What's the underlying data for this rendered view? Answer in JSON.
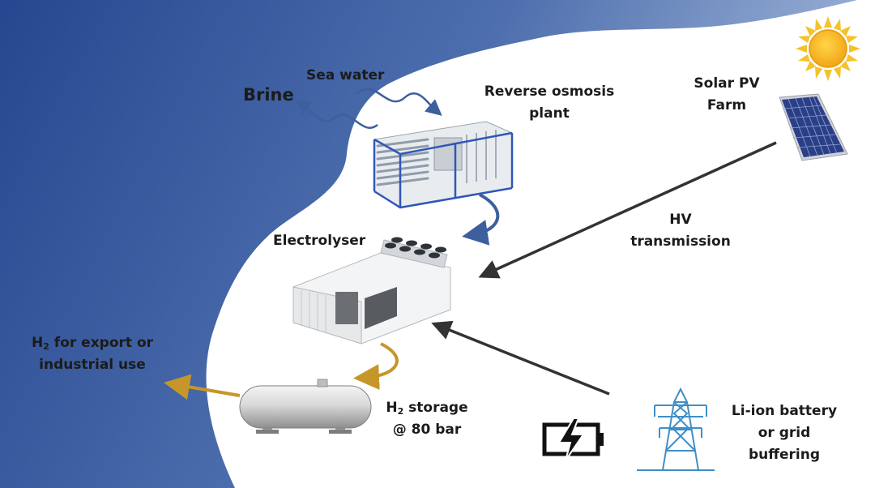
{
  "labels": {
    "brine": "Brine",
    "sea_water": "Sea water",
    "ro_plant": [
      "Reverse osmosis",
      "plant"
    ],
    "solar_pv": [
      "Solar PV",
      "Farm"
    ],
    "electrolyser": "Electrolyser",
    "hv_transmission": [
      "HV",
      "transmission"
    ],
    "h2_export": {
      "h": "H",
      "sub": "2",
      "line1_rest": " for export or",
      "line2": "industrial use"
    },
    "h2_storage": {
      "h": "H",
      "sub": "2",
      "line1_rest": " storage",
      "line2": "@ 80 bar"
    },
    "buffering": [
      "Li-ion battery",
      "or grid",
      "buffering"
    ]
  },
  "colors": {
    "sea_dark": "#25478f",
    "sea_light": "#a3b8da",
    "water_arrow": "#3e5f9d",
    "hydrogen_arrow": "#c7962a",
    "power_arrow": "#333333",
    "pylon": "#3f8fc6",
    "sun": "#f2ae1c",
    "panel": "#2b3f86"
  },
  "icons": [
    "sun-icon",
    "solar-panel-icon",
    "ro-plant-icon",
    "electrolyser-icon",
    "storage-tank-icon",
    "battery-charging-icon",
    "pylon-icon"
  ]
}
